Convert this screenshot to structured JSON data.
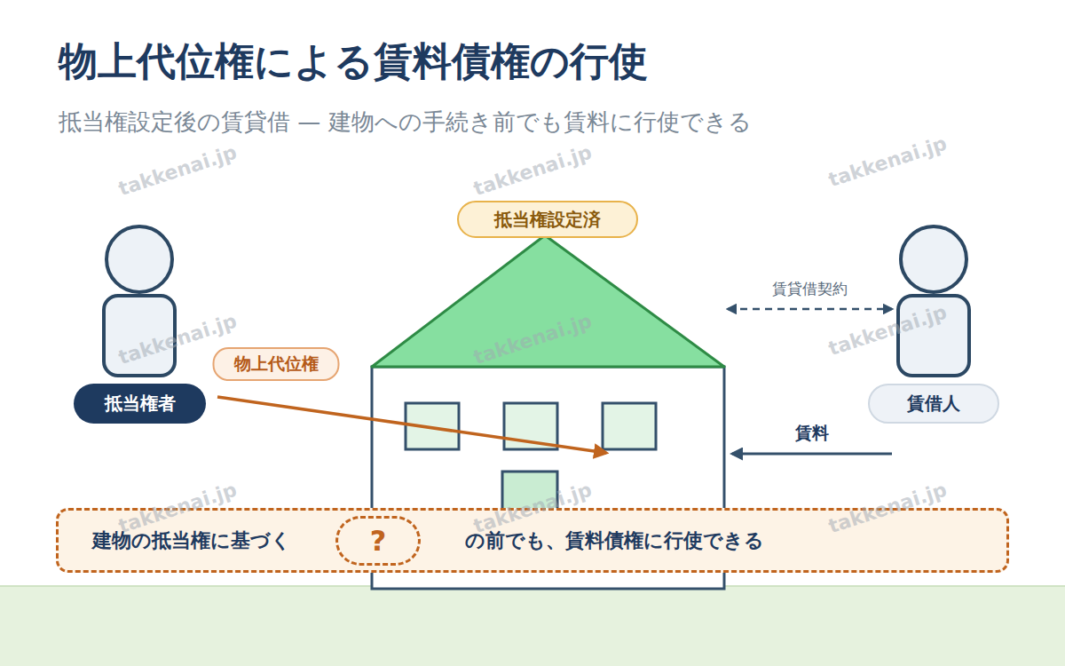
{
  "diagram": {
    "title": "物上代位権による賃料債権の行使",
    "caption": "抵当権設定後の賃貸借 — 建物への手続き前でも賃料に行使できる",
    "nodes": [
      {
        "text": [
          "抵当権設定済"
        ]
      },
      {
        "text": [
          "抵当権者"
        ]
      },
      {
        "text": [
          "賃借人"
        ]
      },
      {
        "text": [
          "建物の抵当権に基づく",
          "の前でも、賃料債権に行使できる"
        ]
      },
      {
        "text": [
          "?"
        ],
        "in": 3
      }
    ],
    "edges": [
      {
        "from": 1,
        "to": 0,
        "arrow": "to",
        "label": "物上代位権"
      },
      {
        "from": 0,
        "to": 2,
        "arrow": "both",
        "label": "賃貸借契約"
      },
      {
        "from": 2,
        "to": 0,
        "arrow": "to",
        "label": "賃料"
      }
    ],
    "labels": [
      "takkenai.jp",
      "takkenai.jp",
      "takkenai.jp",
      "takkenai.jp",
      "takkenai.jp",
      "takkenai.jp",
      "takkenai.jp",
      "takkenai.jp",
      "takkenai.jp"
    ]
  }
}
